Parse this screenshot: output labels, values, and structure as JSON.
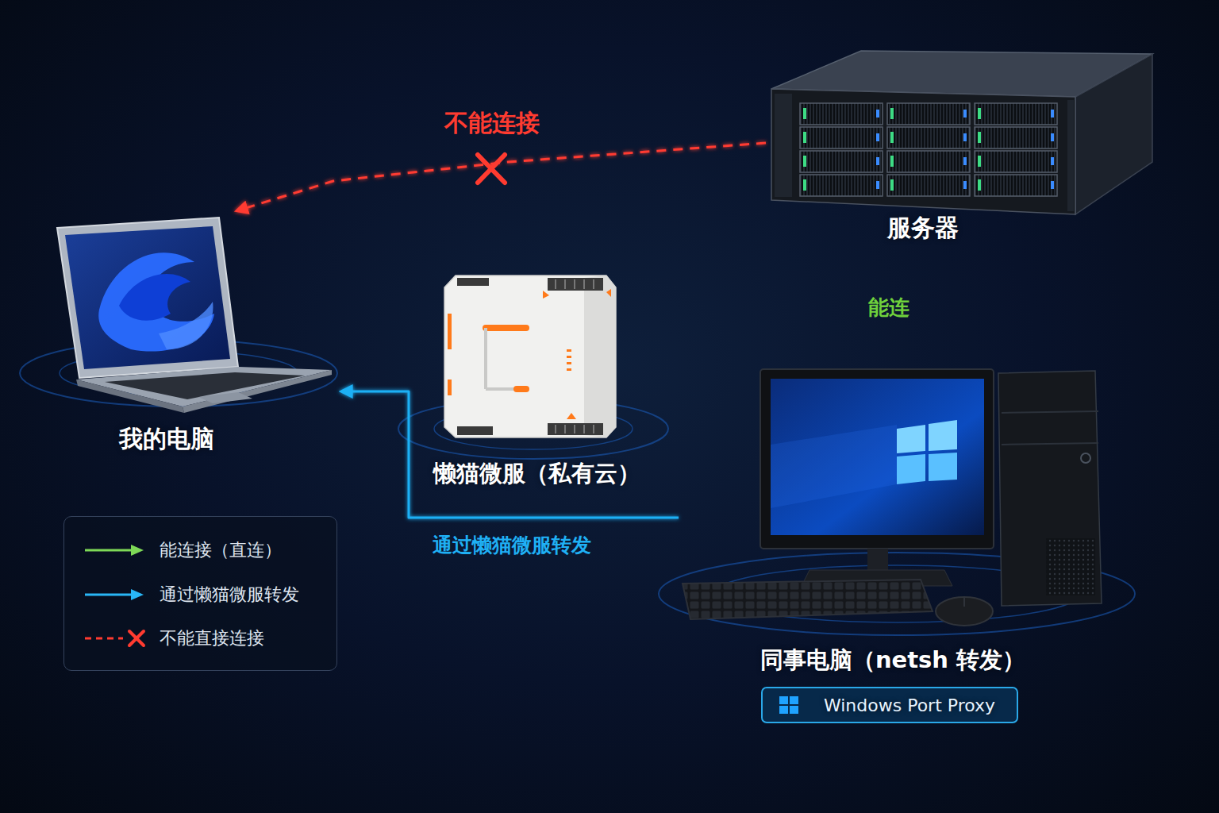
{
  "diagram": {
    "nodes": [
      {
        "text": [
          "服务器"
        ]
      },
      {
        "text": [
          "我的电脑"
        ]
      },
      {
        "text": [
          "懒猫微服（私有云）"
        ]
      },
      {
        "text": [
          "同事电脑（netsh 转发）",
          "Windows Port Proxy"
        ]
      }
    ],
    "edges": [
      {
        "from": 0,
        "to": 1,
        "arrow": "to",
        "label": "不能连接"
      },
      {
        "from": 0,
        "to": 3,
        "arrow": "to",
        "label": "能连"
      },
      {
        "from": 3,
        "to": 2,
        "arrow": "to"
      },
      {
        "from": 3,
        "to": 1,
        "arrow": "to",
        "label": "通过懒猫微服转发"
      }
    ],
    "legend": [
      {
        "text": "能连接（直连）"
      },
      {
        "text": "通过懒猫微服转发"
      },
      {
        "text": "不能直接连接"
      }
    ]
  }
}
